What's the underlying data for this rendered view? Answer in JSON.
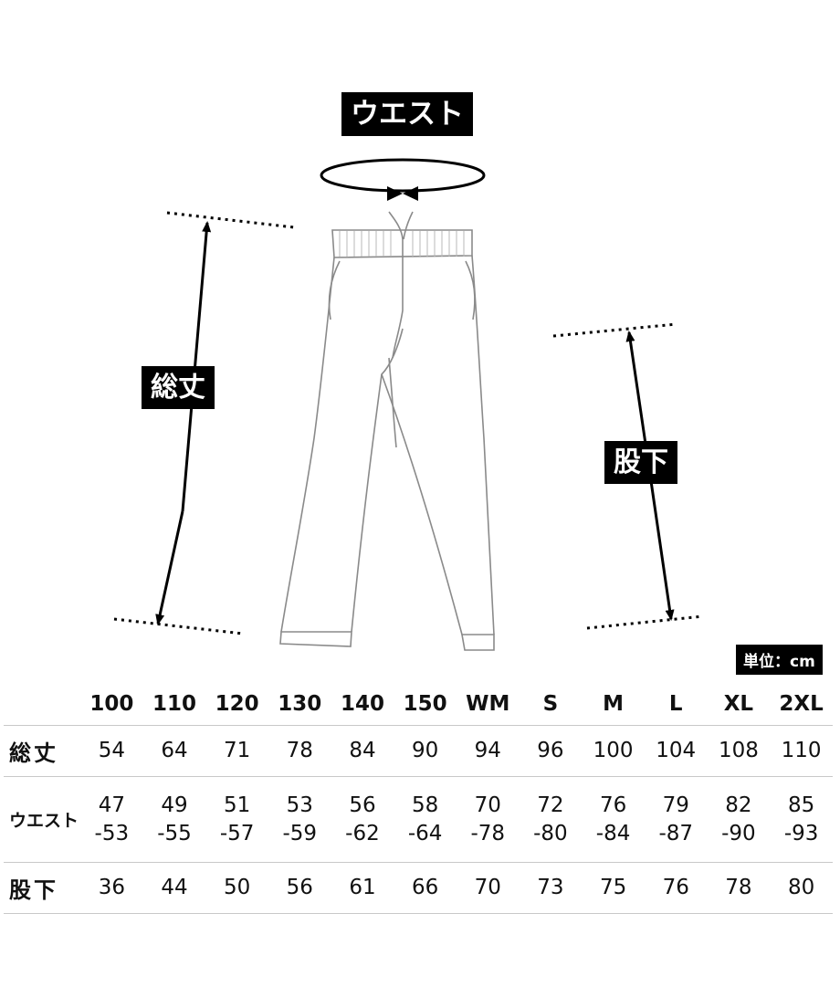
{
  "labels": {
    "waist": "ウエスト",
    "total_length": "総丈",
    "inseam": "股下",
    "unit": "単位：cm"
  },
  "table": {
    "headers": [
      "100",
      "110",
      "120",
      "130",
      "140",
      "150",
      "WM",
      "S",
      "M",
      "L",
      "XL",
      "2XL"
    ],
    "rows": [
      {
        "label": "総丈",
        "values": [
          "54",
          "64",
          "71",
          "78",
          "84",
          "90",
          "94",
          "96",
          "100",
          "104",
          "108",
          "110"
        ]
      },
      {
        "label": "ウエスト",
        "values": [
          [
            "47",
            "-53"
          ],
          [
            "49",
            "-55"
          ],
          [
            "51",
            "-57"
          ],
          [
            "53",
            "-59"
          ],
          [
            "56",
            "-62"
          ],
          [
            "58",
            "-64"
          ],
          [
            "70",
            "-78"
          ],
          [
            "72",
            "-80"
          ],
          [
            "76",
            "-84"
          ],
          [
            "79",
            "-87"
          ],
          [
            "82",
            "-90"
          ],
          [
            "85",
            "-93"
          ]
        ]
      },
      {
        "label": "股下",
        "values": [
          "36",
          "44",
          "50",
          "56",
          "61",
          "66",
          "70",
          "73",
          "75",
          "76",
          "78",
          "80"
        ]
      }
    ]
  },
  "colors": {
    "ink": "#000000",
    "line": "#c8c8c8",
    "background": "#ffffff"
  }
}
